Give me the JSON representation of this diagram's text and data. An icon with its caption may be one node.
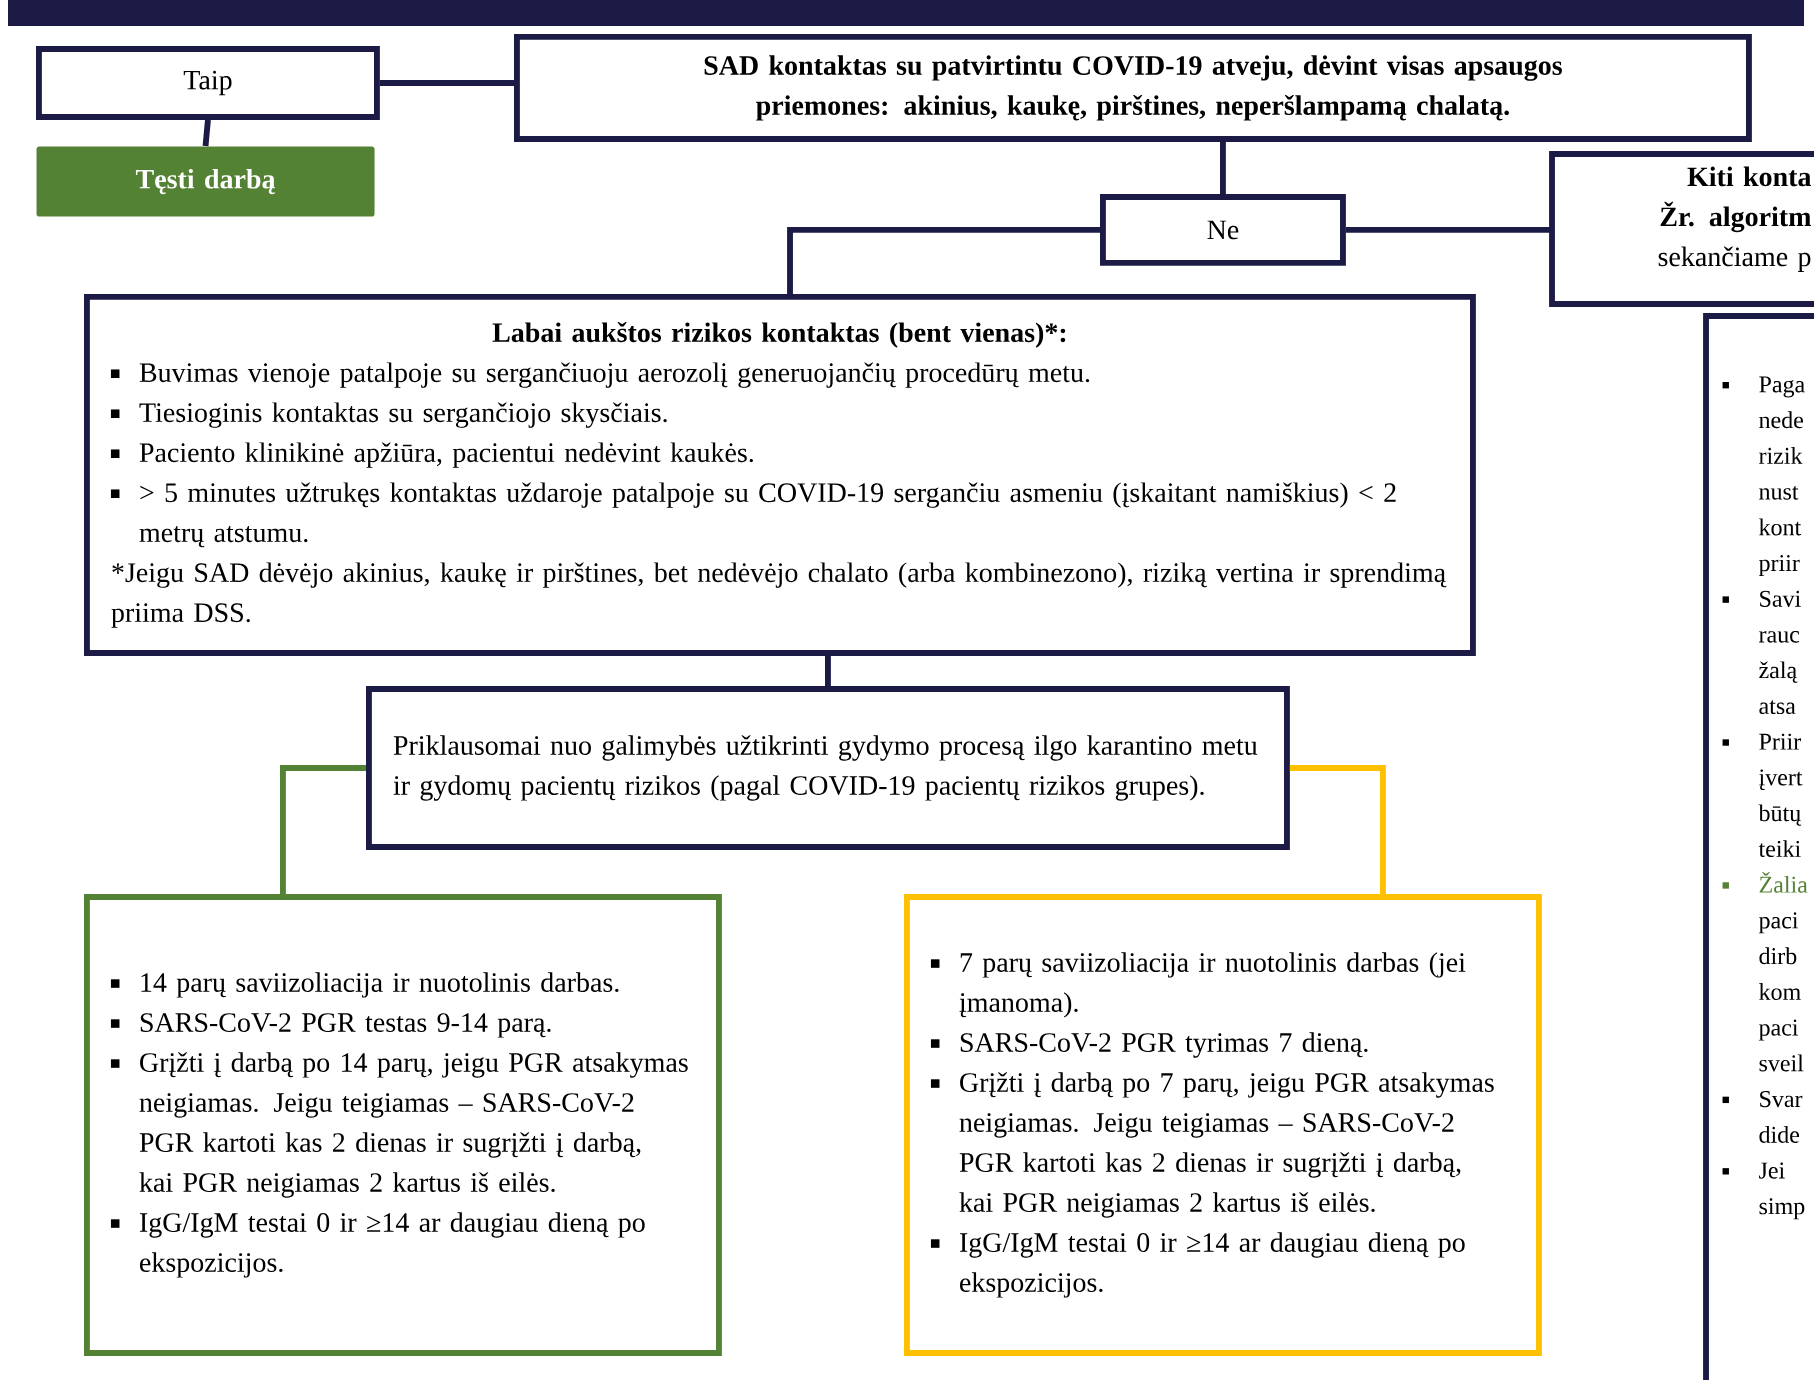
{
  "diagram": {
    "nodes": [
      {
        "text": [
          "Taip"
        ]
      },
      {
        "text": [
          "Tęsti darbą"
        ]
      },
      {
        "text": [
          "SAD kontaktas su patvirtintu COVID-19 atveju, dėvint visas apsaugos priemones: akinius, kaukę, pirštines, neperšlampamą chalatą."
        ]
      },
      {
        "text": [
          "Ne"
        ]
      },
      {
        "text": [
          "Kiti konta",
          "**Žr. algoritm** sekančiame p"
        ]
      },
      {
        "text": [
          "Labai aukštos rizikos kontaktas (bent vienas)*:",
          "Buvimas vienoje patalpoje su sergančiuoju aerozolį generuojančių procedūrų metu.",
          "Tiesioginis kontaktas su sergančiojo skysčiais.",
          "Paciento klinikinė apžiūra, pacientui nedėvint kaukės.",
          "> 5 minutes užtrukęs kontaktas uždaroje patalpoje su COVID-19 sergančiu asmeniu (įskaitant namiškius) < 2 metrų atstumu.",
          "*Jeigu SAD dėvėjo akinius, kaukę ir pirštines, bet nedėvėjo chalato (arba kombinezono), riziką vertina ir sprendimą priima DSS."
        ]
      },
      {
        "text": [
          "Priklausomai nuo galimybės užtikrinti gydymo procesą ilgo karantino metu ir gydomų pacientų rizikos (pagal COVID-19 pacientų rizikos grupes)."
        ]
      },
      {
        "text": [
          "14 parų saviizoliacija ir nuotolinis darbas.",
          "SARS-CoV-2 PGR testas 9-14 parą.",
          "Grįžti į darbą po 14 parų, jeigu PGR atsakymas neigiamas. Jeigu teigiamas – SARS-CoV-2 PGR kartoti kas 2 dienas ir sugrįžti į darbą, kai PGR neigiamas 2 kartus iš eilės.",
          "IgG/IgM testai 0 ir ≥14 ar daugiau dieną po ekspozicijos."
        ]
      },
      {
        "text": [
          "7 parų saviizoliacija ir nuotolinis darbas (jei įmanoma).",
          "SARS-CoV-2 PGR tyrimas 7 dieną.",
          "Grįžti į darbą po 7 parų, jeigu PGR atsakymas neigiamas. Jeigu teigiamas – SARS-CoV-2 PGR kartoti kas 2 dienas ir sugrįžti į darbą, kai PGR neigiamas 2 kartus iš eilės.",
          "IgG/IgM testai 0 ir ≥14 ar daugiau dieną po ekspozicijos."
        ]
      },
      {
        "text": [
          "Paga nede rizik nust kont priir",
          "Savi rauc žalą atsa",
          "Priir įvert būtų teiki",
          "Žalia",
          "paci dirb kom paci sveil",
          "Svar dide",
          "Jei simp"
        ]
      }
    ],
    "edges": [
      {
        "from": 0,
        "to": 2,
        "arrow": "none"
      },
      {
        "from": 0,
        "to": 1,
        "arrow": "none"
      },
      {
        "from": 2,
        "to": 3,
        "arrow": "none"
      },
      {
        "from": 3,
        "to": 5,
        "arrow": "none"
      },
      {
        "from": 3,
        "to": 4,
        "arrow": "none"
      },
      {
        "from": 5,
        "to": 6,
        "arrow": "none"
      },
      {
        "from": 6,
        "to": 7,
        "arrow": "none",
        "color": "#548235"
      },
      {
        "from": 6,
        "to": 8,
        "arrow": "none",
        "color": "#ffc000"
      }
    ]
  }
}
